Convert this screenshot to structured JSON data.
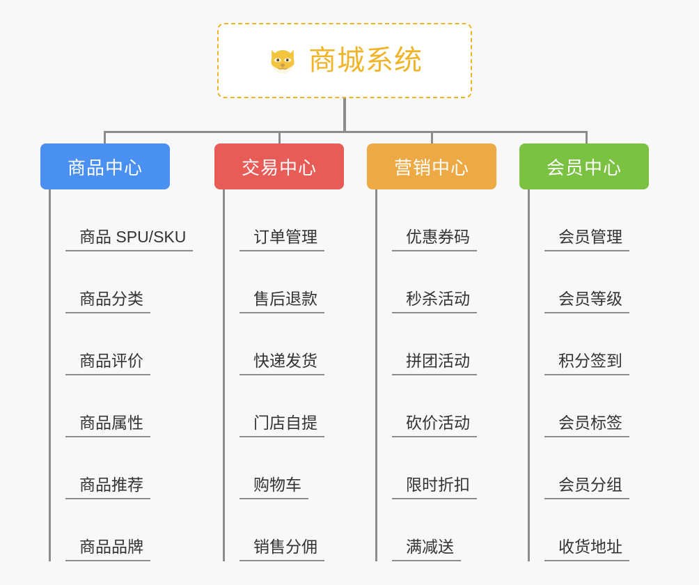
{
  "background_color": "#f8f8f8",
  "root": {
    "title": "商城系统",
    "icon": "dog-face-icon",
    "border_color": "#edb423",
    "text_color": "#f0b429"
  },
  "connector_color": "#8c8c8c",
  "categories": [
    {
      "label": "商品中心",
      "color": "#4a90f0",
      "items": [
        "商品 SPU/SKU",
        "商品分类",
        "商品评价",
        "商品属性",
        "商品推荐",
        "商品品牌"
      ]
    },
    {
      "label": "交易中心",
      "color": "#e85c58",
      "items": [
        "订单管理",
        "售后退款",
        "快递发货",
        "门店自提",
        "购物车",
        "销售分佣"
      ]
    },
    {
      "label": "营销中心",
      "color": "#eda943",
      "items": [
        "优惠券码",
        "秒杀活动",
        "拼团活动",
        "砍价活动",
        "限时折扣",
        "满减送"
      ]
    },
    {
      "label": "会员中心",
      "color": "#7cc242",
      "items": [
        "会员管理",
        "会员等级",
        "积分签到",
        "会员标签",
        "会员分组",
        "收货地址"
      ]
    }
  ]
}
